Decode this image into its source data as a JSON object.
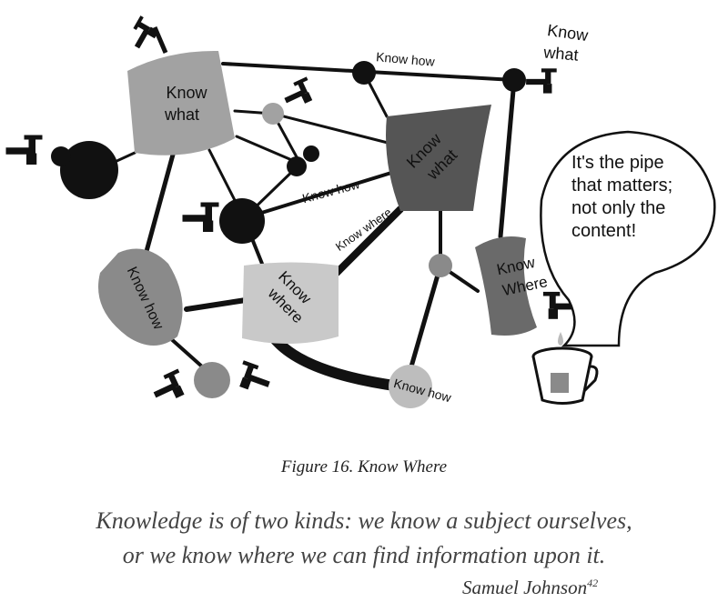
{
  "diagram": {
    "nodes": {
      "know_what_top_left": "Know what",
      "know_what_top_left_l1": "Know",
      "know_what_top_left_l2": "what",
      "know_how_top": "Know how",
      "know_what_top_right_l1": "Know",
      "know_what_top_right_l2": "what",
      "know_how_middle": "Know how",
      "know_what_dark_l1": "Know",
      "know_what_dark_l2": "what",
      "know_where_edge": "Know where",
      "know_how_left": "Know how",
      "know_where_center_l1": "Know",
      "know_where_center_l2": "where",
      "know_where_right_l1": "Know",
      "know_where_right_l2": "Where",
      "know_how_bottom": "Know how"
    },
    "speech_bubble": {
      "line1": "It's the pipe",
      "line2": "that matters;",
      "line3": "not only the",
      "line4": "content!"
    },
    "colors": {
      "light_gray": "#c9c9c9",
      "mid_gray": "#a2a2a2",
      "dark_gray": "#5a5a5a",
      "node_gray": "#8a8a8a",
      "black": "#111111"
    }
  },
  "caption": "Figure 16. Know Where",
  "quote": {
    "line1": "Knowledge is of two kinds: we know a subject ourselves,",
    "line2": "or we know where we can find information upon it.",
    "author": "Samuel Johnson",
    "footnote": "42"
  }
}
